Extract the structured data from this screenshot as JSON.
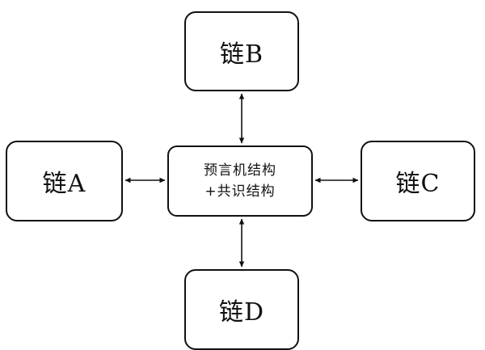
{
  "diagram": {
    "nodes": {
      "chain_b": "链B",
      "chain_a": "链A",
      "chain_c": "链C",
      "chain_d": "链D",
      "center_line1": "预言机结构",
      "center_line2": "+共识结构"
    },
    "edges": [
      {
        "from": "预言机结构 +共识结构",
        "to": "链B",
        "direction": "bidirectional"
      },
      {
        "from": "预言机结构 +共识结构",
        "to": "链A",
        "direction": "bidirectional"
      },
      {
        "from": "预言机结构 +共识结构",
        "to": "链C",
        "direction": "bidirectional"
      },
      {
        "from": "预言机结构 +共识结构",
        "to": "链D",
        "direction": "bidirectional"
      }
    ]
  }
}
